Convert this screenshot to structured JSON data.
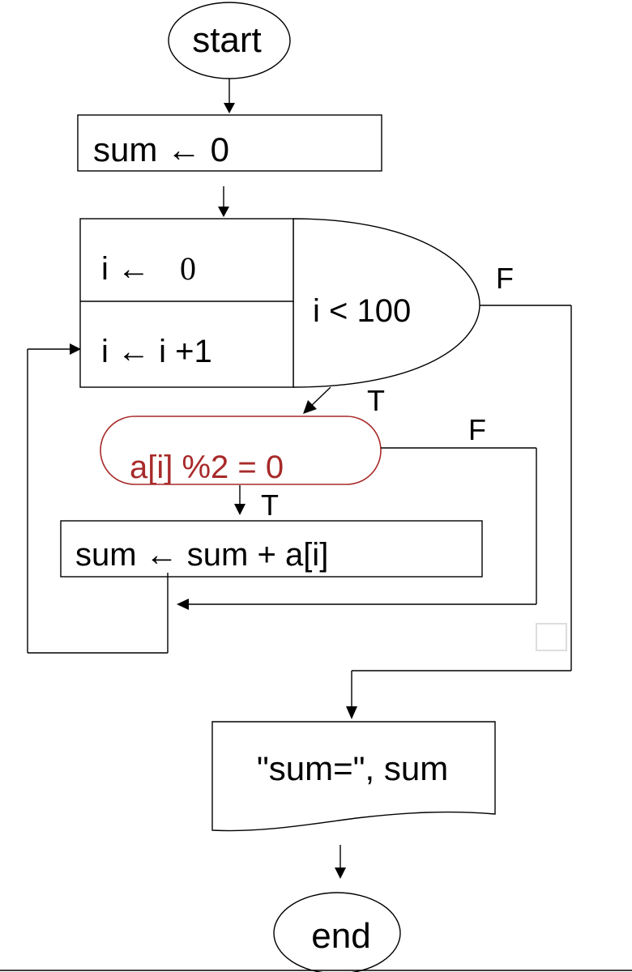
{
  "start": {
    "label": "start"
  },
  "init_sum": {
    "label": "sum ← 0"
  },
  "loop": {
    "init_label": "i ←",
    "init_value": "0",
    "update_label": "i ← i +1",
    "condition_label": "i < 100",
    "false_label": "F",
    "true_label": "T"
  },
  "decision": {
    "label": "a[i] %2 = 0",
    "true_label": "T",
    "false_label": "F"
  },
  "accumulate": {
    "label": "sum ← sum + a[i]"
  },
  "output": {
    "label": "\"sum=\", sum"
  },
  "end": {
    "label": "end"
  },
  "colors": {
    "line": "#000000",
    "highlight": "#a82a2a",
    "background": "#ffffff"
  }
}
